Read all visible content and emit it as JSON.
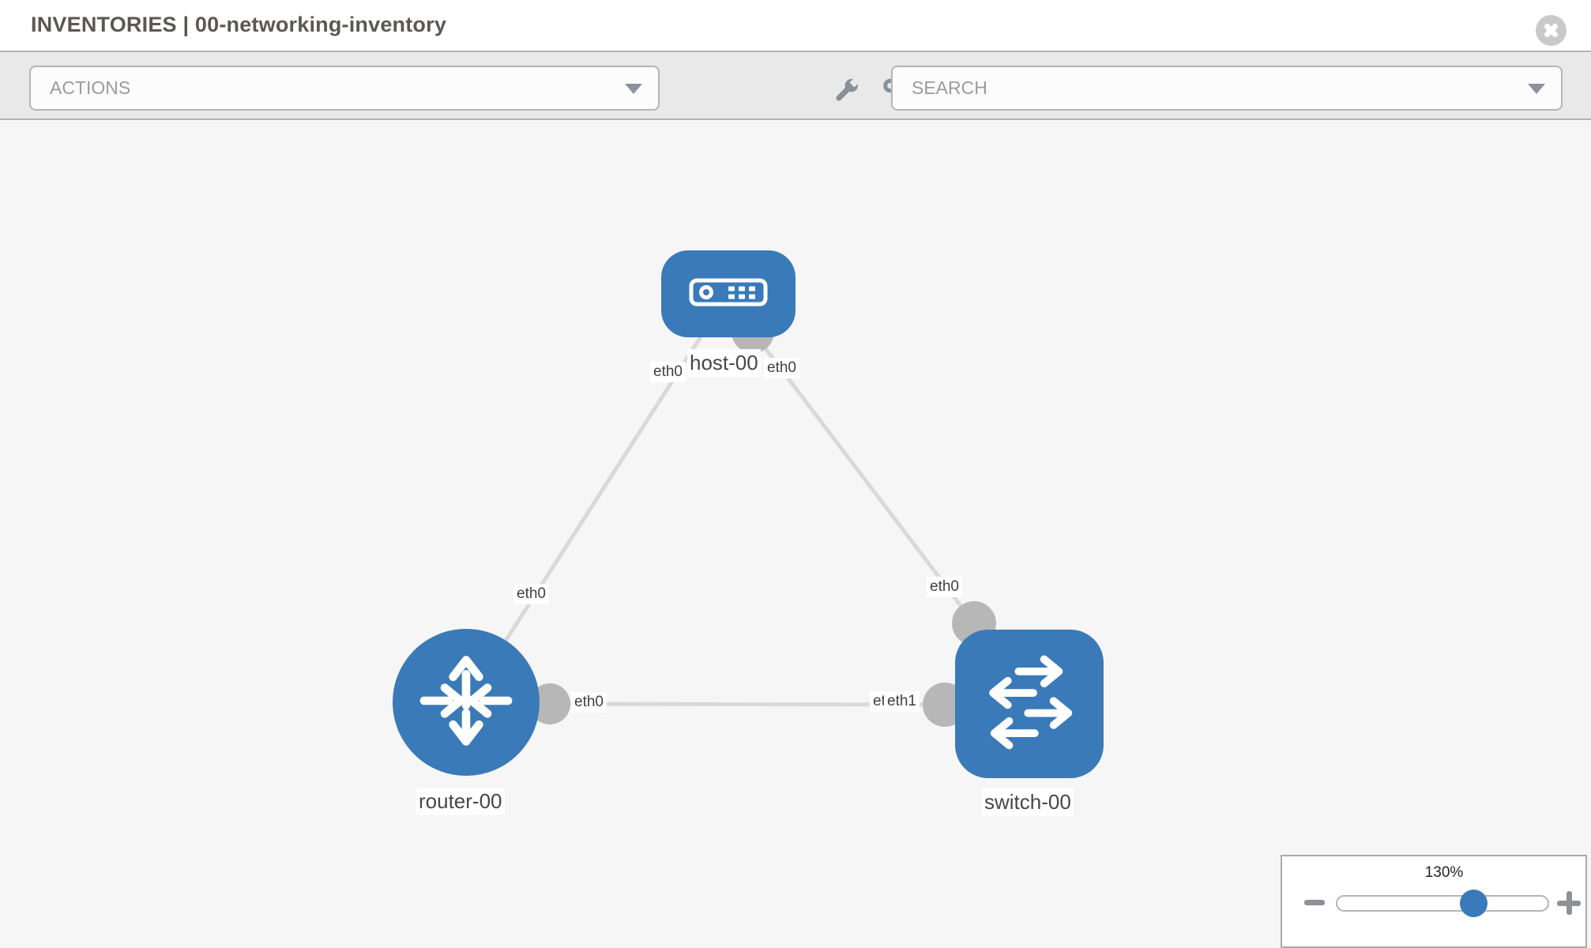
{
  "header": {
    "title": "INVENTORIES | 00-networking-inventory"
  },
  "toolbar": {
    "actions_label": "ACTIONS",
    "search_label": "SEARCH"
  },
  "icons": {
    "close": "x-circle-icon",
    "wrench": "wrench-icon",
    "key": "key-icon",
    "actions_caret": "chevron-down-icon",
    "search_caret": "chevron-down-icon",
    "zoom_out": "minus-icon",
    "zoom_in": "plus-icon",
    "host": "server-icon",
    "router": "router-arrows-icon",
    "switch": "switch-arrows-icon"
  },
  "topology": {
    "nodes": [
      {
        "label": "host-00",
        "type": "host",
        "icon": "server-icon"
      },
      {
        "label": "router-00",
        "type": "router",
        "icon": "router-arrows-icon"
      },
      {
        "label": "switch-00",
        "type": "switch",
        "icon": "switch-arrows-icon"
      }
    ],
    "interface_labels": [
      {
        "text": "eth0",
        "location": "host-left"
      },
      {
        "text": "eth0",
        "location": "host-right"
      },
      {
        "text": "eth0",
        "location": "router-top"
      },
      {
        "text": "eth0",
        "location": "switch-top"
      },
      {
        "text": "eth0",
        "location": "router-right"
      },
      {
        "text": "eth0",
        "location": "switch-left-back"
      },
      {
        "text": "eth1",
        "location": "switch-left-front"
      }
    ],
    "links": [
      {
        "from": "host-00",
        "to": "router-00"
      },
      {
        "from": "host-00",
        "to": "switch-00"
      },
      {
        "from": "router-00",
        "to": "switch-00"
      }
    ]
  },
  "zoom_control": {
    "level": "130%",
    "slider_percent": 130
  },
  "colors": {
    "node_blue": "#3a7ab8",
    "link_gray": "#d9d9d9",
    "connector_gray": "#b7b7b7",
    "canvas_bg": "#f6f6f6",
    "toolbar_bg": "#e9e9e9",
    "border_gray": "#b3b3b3"
  }
}
